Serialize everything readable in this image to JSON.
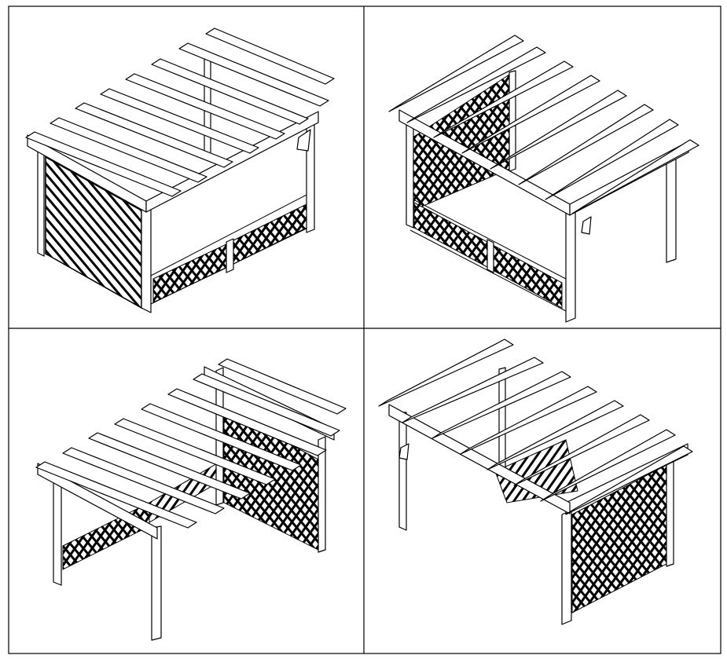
{
  "figure": {
    "panels": [
      {
        "view": "front-left",
        "lattice": [
          "left-side",
          "back-lower",
          "front-lower"
        ]
      },
      {
        "view": "front-right",
        "lattice": [
          "left-side",
          "back-lower",
          "front-lower"
        ]
      },
      {
        "view": "rear-left",
        "lattice": [
          "back",
          "right-side",
          "left-lower"
        ]
      },
      {
        "view": "rear-right",
        "lattice": [
          "right-side"
        ]
      }
    ],
    "colors": {
      "line": "#000000",
      "background": "#ffffff",
      "lattice_fill": "#000000"
    }
  }
}
